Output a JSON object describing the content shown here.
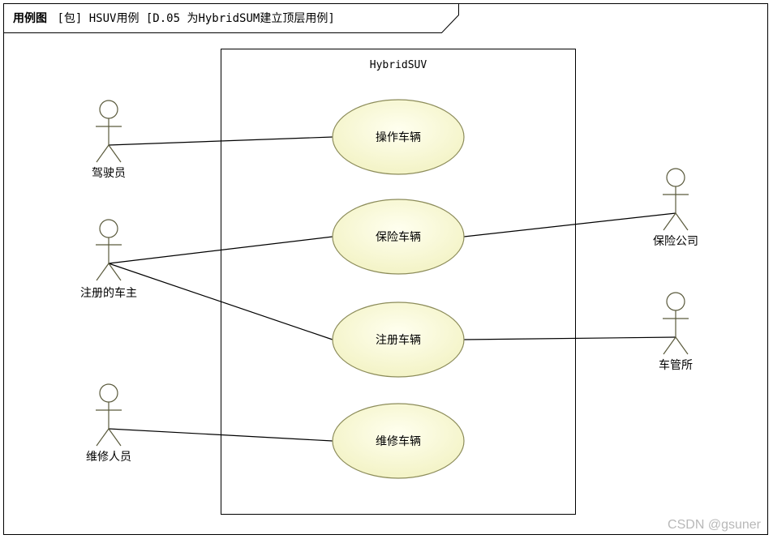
{
  "frame": {
    "kind": "用例图",
    "detail": "[包] HSUV用例 [D.05 为HybridSUM建立顶层用例]"
  },
  "system": {
    "name": "HybridSUV"
  },
  "actors": [
    {
      "id": "driver",
      "label": "驾驶员"
    },
    {
      "id": "registered-owner",
      "label": "注册的车主"
    },
    {
      "id": "maintainer",
      "label": "维修人员"
    },
    {
      "id": "insurance-company",
      "label": "保险公司"
    },
    {
      "id": "dmv",
      "label": "车管所"
    }
  ],
  "use_cases": [
    {
      "id": "operate",
      "label": "操作车辆"
    },
    {
      "id": "insure",
      "label": "保险车辆"
    },
    {
      "id": "register",
      "label": "注册车辆"
    },
    {
      "id": "maintain",
      "label": "维修车辆"
    }
  ],
  "associations": [
    {
      "actor": "driver",
      "use_case": "operate"
    },
    {
      "actor": "registered-owner",
      "use_case": "insure"
    },
    {
      "actor": "registered-owner",
      "use_case": "register"
    },
    {
      "actor": "maintainer",
      "use_case": "maintain"
    },
    {
      "actor": "insurance-company",
      "use_case": "insure"
    },
    {
      "actor": "dmv",
      "use_case": "register"
    }
  ],
  "colors": {
    "use_case_fill_center": "#ffffef",
    "use_case_fill_edge": "#f3f3c6",
    "use_case_stroke": "#8c8c5a",
    "actor_stroke": "#5a5a3c",
    "line": "#000000",
    "border": "#000000"
  },
  "watermark": "CSDN @gsuner"
}
